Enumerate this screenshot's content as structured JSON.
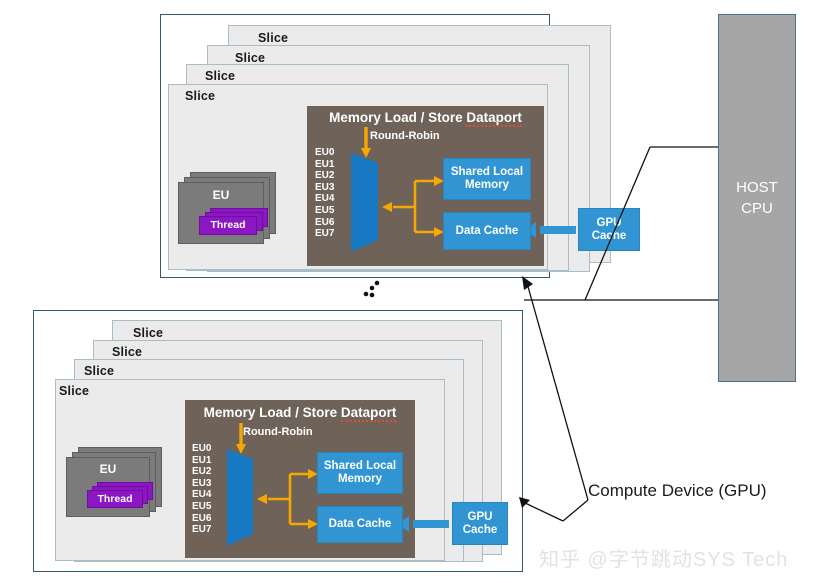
{
  "diagram": {
    "caption": "Compute Device (GPU)",
    "watermark": "知乎 @字节跳动SYS Tech",
    "dots": "•",
    "colors": {
      "accent_blue": "#3195d4",
      "dataport_brown": "#6e6259",
      "slice_fill": "#ebebeb",
      "slice_border": "#a9bdc9",
      "device_border": "#31576b",
      "thread_purple": "#8c16c4",
      "eu_gray": "#7b7b7b",
      "host_gray": "#a6a6a6",
      "arrow_orange": "#f5a800"
    }
  },
  "host": {
    "line1": "HOST",
    "line2": "CPU"
  },
  "devices": [
    {
      "id": "device-top",
      "slices": [
        {
          "label": "Slice"
        },
        {
          "label": "Slice"
        },
        {
          "label": "Slice"
        },
        {
          "label": "Slice"
        }
      ],
      "eu_stack": {
        "title": "EU",
        "thread": "Thread"
      },
      "dataport": {
        "title_main": "Memory Load / Store ",
        "title_flagged": "Dataport",
        "scheduler": "Round-Robin",
        "eu_indices": [
          "EU0",
          "EU1",
          "EU2",
          "EU3",
          "EU4",
          "EU5",
          "EU6",
          "EU7"
        ],
        "shared_local_memory": "Shared Local\nMemory",
        "shared_local_memory_line1": "Shared Local",
        "shared_local_memory_line2": "Memory",
        "data_cache": "Data Cache"
      },
      "gpu_cache_line1": "GPU",
      "gpu_cache_line2": "Cache"
    },
    {
      "id": "device-bottom",
      "slices": [
        {
          "label": "Slice"
        },
        {
          "label": "Slice"
        },
        {
          "label": "Slice"
        },
        {
          "label": "Slice"
        }
      ],
      "eu_stack": {
        "title": "EU",
        "thread": "Thread"
      },
      "dataport": {
        "title_main": "Memory Load / Store ",
        "title_flagged": "Dataport",
        "scheduler": "Round-Robin",
        "eu_indices": [
          "EU0",
          "EU1",
          "EU2",
          "EU3",
          "EU4",
          "EU5",
          "EU6",
          "EU7"
        ],
        "shared_local_memory_line1": "Shared Local",
        "shared_local_memory_line2": "Memory",
        "data_cache": "Data Cache"
      },
      "gpu_cache_line1": "GPU",
      "gpu_cache_line2": "Cache"
    }
  ]
}
